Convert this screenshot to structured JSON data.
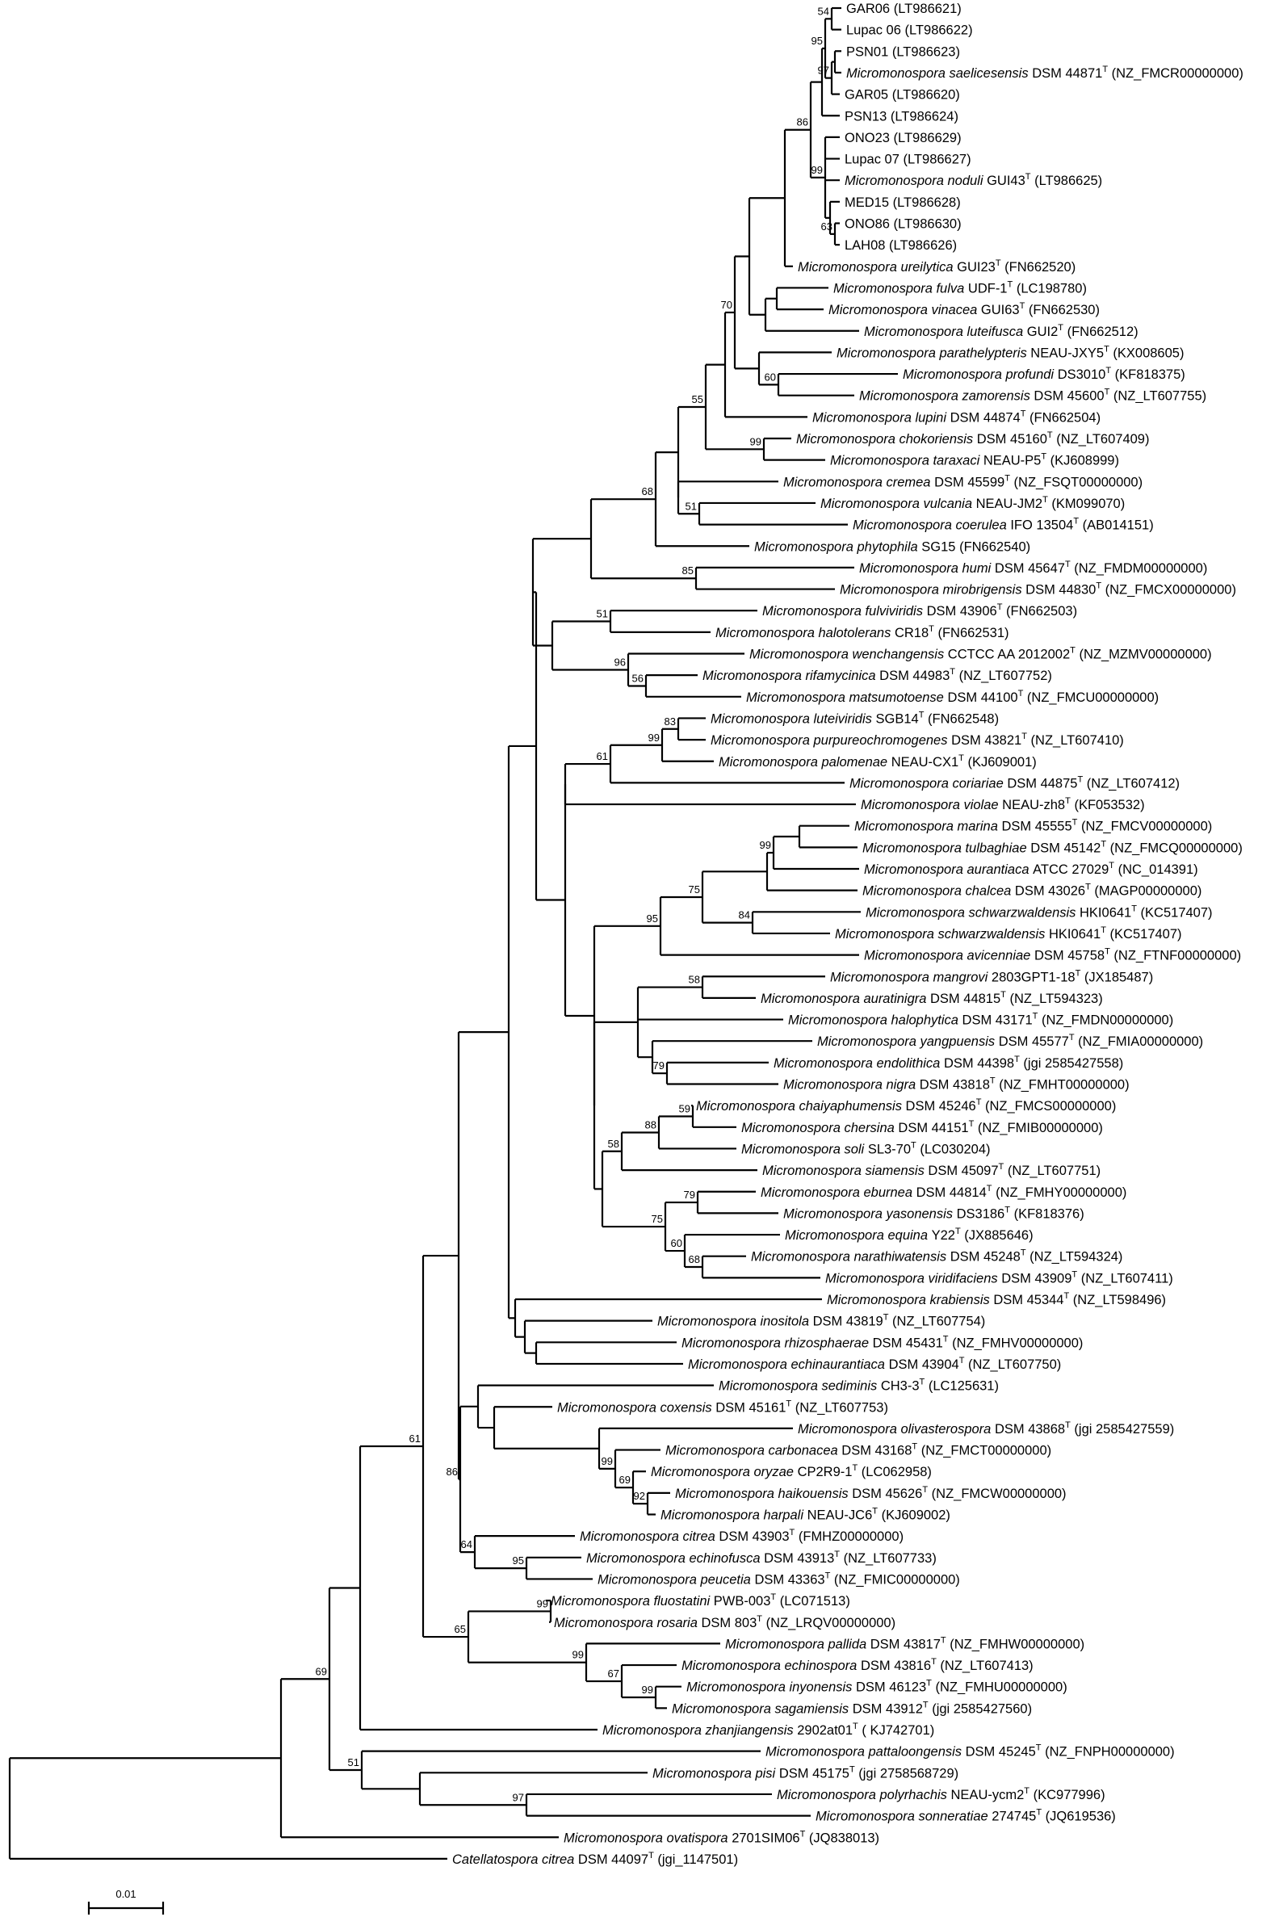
{
  "tree": {
    "leaves": [
      {
        "id": "GAR06",
        "name": "",
        "strain": "GAR06",
        "T": false,
        "acc": "(LT986621)"
      },
      {
        "id": "Lupac06",
        "name": "",
        "strain": "Lupac 06",
        "T": false,
        "acc": "(LT986622)"
      },
      {
        "id": "PSN01",
        "name": "",
        "strain": "PSN01",
        "T": false,
        "acc": "(LT986623)"
      },
      {
        "id": "saelicesensis",
        "name": "Micromonospora saelicesensis",
        "strain": "DSM 44871",
        "T": true,
        "acc": "(NZ_FMCR00000000)"
      },
      {
        "id": "GAR05",
        "name": "",
        "strain": "GAR05",
        "T": false,
        "acc": "(LT986620)"
      },
      {
        "id": "PSN13",
        "name": "",
        "strain": "PSN13",
        "T": false,
        "acc": "(LT986624)"
      },
      {
        "id": "ONO23",
        "name": "",
        "strain": "ONO23",
        "T": false,
        "acc": "(LT986629)"
      },
      {
        "id": "Lupac07",
        "name": "",
        "strain": "Lupac 07",
        "T": false,
        "acc": "(LT986627)"
      },
      {
        "id": "noduli",
        "name": "Micromonospora noduli",
        "strain": "GUI43",
        "T": true,
        "acc": "(LT986625)"
      },
      {
        "id": "MED15",
        "name": "",
        "strain": "MED15",
        "T": false,
        "acc": "(LT986628)"
      },
      {
        "id": "ONO86",
        "name": "",
        "strain": "ONO86",
        "T": false,
        "acc": "(LT986630)"
      },
      {
        "id": "LAH08",
        "name": "",
        "strain": "LAH08",
        "T": false,
        "acc": "(LT986626)"
      },
      {
        "id": "ureilytica",
        "name": "Micromonospora ureilytica",
        "strain": "GUI23",
        "T": true,
        "acc": "(FN662520)"
      },
      {
        "id": "fulva",
        "name": "Micromonospora fulva",
        "strain": "UDF-1",
        "T": true,
        "acc": "(LC198780)"
      },
      {
        "id": "vinacea",
        "name": "Micromonospora vinacea",
        "strain": "GUI63",
        "T": true,
        "acc": "(FN662530)"
      },
      {
        "id": "luteifusca",
        "name": "Micromonospora luteifusca",
        "strain": "GUI2",
        "T": true,
        "acc": "(FN662512)"
      },
      {
        "id": "parathelypteris",
        "name": "Micromonospora parathelypteris",
        "strain": "NEAU-JXY5",
        "T": true,
        "acc": "(KX008605)"
      },
      {
        "id": "profundi",
        "name": "Micromonospora profundi",
        "strain": "DS3010",
        "T": true,
        "acc": "(KF818375)"
      },
      {
        "id": "zamorensis",
        "name": "Micromonospora zamorensis",
        "strain": "DSM 45600",
        "T": true,
        "acc": "(NZ_LT607755)"
      },
      {
        "id": "lupini",
        "name": "Micromonospora lupini",
        "strain": "DSM 44874",
        "T": true,
        "acc": "(FN662504)"
      },
      {
        "id": "chokoriensis",
        "name": "Micromonospora chokoriensis",
        "strain": "DSM 45160",
        "T": true,
        "acc": "(NZ_LT607409)"
      },
      {
        "id": "taraxaci",
        "name": "Micromonospora taraxaci",
        "strain": "NEAU-P5",
        "T": true,
        "acc": "(KJ608999)"
      },
      {
        "id": "cremea",
        "name": "Micromonospora cremea",
        "strain": "DSM 45599",
        "T": true,
        "acc": "(NZ_FSQT00000000)"
      },
      {
        "id": "vulcania",
        "name": "Micromonospora vulcania",
        "strain": "NEAU-JM2",
        "T": true,
        "acc": "(KM099070)"
      },
      {
        "id": "coerulea",
        "name": "Micromonospora coerulea",
        "strain": "IFO 13504",
        "T": true,
        "acc": "(AB014151)"
      },
      {
        "id": "phytophila",
        "name": "Micromonospora phytophila",
        "strain": "SG15",
        "T": false,
        "acc": "(FN662540)"
      },
      {
        "id": "humi",
        "name": "Micromonospora humi",
        "strain": "DSM 45647",
        "T": true,
        "acc": "(NZ_FMDM00000000)"
      },
      {
        "id": "mirobrigensis",
        "name": "Micromonospora mirobrigensis",
        "strain": "DSM 44830",
        "T": true,
        "acc": "(NZ_FMCX00000000)"
      },
      {
        "id": "fulviviridis",
        "name": "Micromonospora fulviviridis",
        "strain": "DSM 43906",
        "T": true,
        "acc": "(FN662503)"
      },
      {
        "id": "halotolerans",
        "name": "Micromonospora halotolerans",
        "strain": "CR18",
        "T": true,
        "acc": "(FN662531)"
      },
      {
        "id": "wenchangensis",
        "name": "Micromonospora wenchangensis",
        "strain": "CCTCC AA 2012002",
        "T": true,
        "acc": "(NZ_MZMV00000000)"
      },
      {
        "id": "rifamycinica",
        "name": "Micromonospora rifamycinica",
        "strain": "DSM 44983",
        "T": true,
        "acc": "(NZ_LT607752)"
      },
      {
        "id": "matsumotoense",
        "name": "Micromonospora matsumotoense",
        "strain": "DSM 44100",
        "T": true,
        "acc": "(NZ_FMCU00000000)"
      },
      {
        "id": "luteiviridis",
        "name": "Micromonospora luteiviridis",
        "strain": "SGB14",
        "T": true,
        "acc": "(FN662548)"
      },
      {
        "id": "purpureochromogenes",
        "name": "Micromonospora purpureochromogenes",
        "strain": "DSM 43821",
        "T": true,
        "acc": "(NZ_LT607410)"
      },
      {
        "id": "palomenae",
        "name": "Micromonospora palomenae",
        "strain": "NEAU-CX1",
        "T": true,
        "acc": "(KJ609001)"
      },
      {
        "id": "coriariae",
        "name": "Micromonospora coriariae",
        "strain": "DSM 44875",
        "T": true,
        "acc": "(NZ_LT607412)"
      },
      {
        "id": "violae",
        "name": "Micromonospora violae",
        "strain": "NEAU-zh8",
        "T": true,
        "acc": "(KF053532)"
      },
      {
        "id": "marina",
        "name": "Micromonospora marina",
        "strain": "DSM 45555",
        "T": true,
        "acc": "(NZ_FMCV00000000)"
      },
      {
        "id": "tulbaghiae",
        "name": "Micromonospora tulbaghiae",
        "strain": "DSM 45142",
        "T": true,
        "acc": "(NZ_FMCQ00000000)"
      },
      {
        "id": "aurantiaca",
        "name": "Micromonospora aurantiaca",
        "strain": "ATCC 27029",
        "T": true,
        "acc": "(NC_014391)"
      },
      {
        "id": "chalcea",
        "name": "Micromonospora chalcea",
        "strain": "DSM 43026",
        "T": true,
        "acc": "(MAGP00000000)"
      },
      {
        "id": "schwarz1",
        "name": "Micromonospora schwarzwaldensis",
        "strain": "HKI0641",
        "T": true,
        "acc": "(KC517407)"
      },
      {
        "id": "schwarz2",
        "name": "Micromonospora schwarzwaldensis",
        "strain": "HKI0641",
        "T": true,
        "acc": "(KC517407)"
      },
      {
        "id": "avicenniae",
        "name": "Micromonospora avicenniae",
        "strain": "DSM 45758",
        "T": true,
        "acc": "(NZ_FTNF00000000)"
      },
      {
        "id": "mangrovi",
        "name": "Micromonospora mangrovi",
        "strain": "2803GPT1-18",
        "T": true,
        "acc": "(JX185487)"
      },
      {
        "id": "auratinigra",
        "name": "Micromonospora auratinigra",
        "strain": "DSM 44815",
        "T": true,
        "acc": "(NZ_LT594323)"
      },
      {
        "id": "halophytica",
        "name": "Micromonospora halophytica",
        "strain": "DSM 43171",
        "T": true,
        "acc": "(NZ_FMDN00000000)"
      },
      {
        "id": "yangpuensis",
        "name": "Micromonospora yangpuensis",
        "strain": "DSM 45577",
        "T": true,
        "acc": "(NZ_FMIA00000000)"
      },
      {
        "id": "endolithica",
        "name": "Micromonospora endolithica",
        "strain": "DSM 44398",
        "T": true,
        "acc": "(jgi 2585427558)"
      },
      {
        "id": "nigra",
        "name": "Micromonospora nigra",
        "strain": "DSM 43818",
        "T": true,
        "acc": "(NZ_FMHT00000000)"
      },
      {
        "id": "chaiyaphumensis",
        "name": "Micromonospora chaiyaphumensis",
        "strain": "DSM 45246",
        "T": true,
        "acc": "(NZ_FMCS00000000)"
      },
      {
        "id": "chersina",
        "name": "Micromonospora chersina",
        "strain": "DSM 44151",
        "T": true,
        "acc": "(NZ_FMIB00000000)"
      },
      {
        "id": "soli",
        "name": "Micromonospora soli",
        "strain": "SL3-70",
        "T": true,
        "acc": "(LC030204)"
      },
      {
        "id": "siamensis",
        "name": "Micromonospora siamensis",
        "strain": "DSM 45097",
        "T": true,
        "acc": "(NZ_LT607751)"
      },
      {
        "id": "eburnea",
        "name": "Micromonospora eburnea",
        "strain": "DSM 44814",
        "T": true,
        "acc": "(NZ_FMHY00000000)"
      },
      {
        "id": "yasonensis",
        "name": "Micromonospora yasonensis",
        "strain": "DS3186",
        "T": true,
        "acc": "(KF818376)"
      },
      {
        "id": "equina",
        "name": "Micromonospora equina",
        "strain": "Y22",
        "T": true,
        "acc": "(JX885646)"
      },
      {
        "id": "narathiwatensis",
        "name": "Micromonospora narathiwatensis",
        "strain": "DSM 45248",
        "T": true,
        "acc": "(NZ_LT594324)"
      },
      {
        "id": "viridifaciens",
        "name": "Micromonospora viridifaciens",
        "strain": "DSM 43909",
        "T": true,
        "acc": "(NZ_LT607411)"
      },
      {
        "id": "krabiensis",
        "name": "Micromonospora krabiensis",
        "strain": "DSM 45344",
        "T": true,
        "acc": "(NZ_LT598496)"
      },
      {
        "id": "inositola",
        "name": "Micromonospora inositola",
        "strain": "DSM 43819",
        "T": true,
        "acc": "(NZ_LT607754)"
      },
      {
        "id": "rhizosphaerae",
        "name": "Micromonospora rhizosphaerae",
        "strain": "DSM 45431",
        "T": true,
        "acc": "(NZ_FMHV00000000)"
      },
      {
        "id": "echinaurantiaca",
        "name": "Micromonospora echinaurantiaca",
        "strain": "DSM 43904",
        "T": true,
        "acc": "(NZ_LT607750)"
      },
      {
        "id": "sediminis",
        "name": "Micromonospora sediminis",
        "strain": "CH3-3",
        "T": true,
        "acc": "(LC125631)"
      },
      {
        "id": "coxensis",
        "name": "Micromonospora coxensis",
        "strain": "DSM 45161",
        "T": true,
        "acc": "(NZ_LT607753)"
      },
      {
        "id": "olivasterospora",
        "name": "Micromonospora olivasterospora",
        "strain": "DSM 43868",
        "T": true,
        "acc": "(jgi 2585427559)"
      },
      {
        "id": "carbonacea",
        "name": "Micromonospora carbonacea",
        "strain": "DSM 43168",
        "T": true,
        "acc": "(NZ_FMCT00000000)"
      },
      {
        "id": "oryzae",
        "name": "Micromonospora oryzae",
        "strain": "CP2R9-1",
        "T": true,
        "acc": "(LC062958)"
      },
      {
        "id": "haikouensis",
        "name": "Micromonospora haikouensis",
        "strain": "DSM 45626",
        "T": true,
        "acc": "(NZ_FMCW00000000)"
      },
      {
        "id": "harpali",
        "name": "Micromonospora harpali",
        "strain": "NEAU-JC6",
        "T": true,
        "acc": "(KJ609002)"
      },
      {
        "id": "citrea",
        "name": "Micromonospora citrea",
        "strain": "DSM 43903",
        "T": true,
        "acc": "(FMHZ00000000)"
      },
      {
        "id": "echinofusca",
        "name": "Micromonospora echinofusca",
        "strain": "DSM 43913",
        "T": true,
        "acc": "(NZ_LT607733)"
      },
      {
        "id": "peucetia",
        "name": "Micromonospora peucetia",
        "strain": "DSM 43363",
        "T": true,
        "acc": "(NZ_FMIC00000000)"
      },
      {
        "id": "fluostatini",
        "name": "Micromonospora fluostatini",
        "strain": "PWB-003",
        "T": true,
        "acc": "(LC071513)"
      },
      {
        "id": "rosaria",
        "name": "Micromonospora rosaria",
        "strain": "DSM 803",
        "T": true,
        "acc": "(NZ_LRQV00000000)"
      },
      {
        "id": "pallida",
        "name": "Micromonospora pallida",
        "strain": "DSM 43817",
        "T": true,
        "acc": "(NZ_FMHW00000000)"
      },
      {
        "id": "echinospora",
        "name": "Micromonospora echinospora",
        "strain": "DSM 43816",
        "T": true,
        "acc": "(NZ_LT607413)"
      },
      {
        "id": "inyonensis",
        "name": "Micromonospora inyonensis",
        "strain": "DSM 46123",
        "T": true,
        "acc": "(NZ_FMHU00000000)"
      },
      {
        "id": "sagamiensis",
        "name": "Micromonospora sagamiensis",
        "strain": "DSM 43912",
        "T": true,
        "acc": "(jgi 2585427560)"
      },
      {
        "id": "zhanjiangensis",
        "name": "Micromonospora zhanjiangensis",
        "strain": "2902at01",
        "T": true,
        "acc": "( KJ742701)"
      },
      {
        "id": "pattaloongensis",
        "name": "Micromonospora pattaloongensis",
        "strain": "DSM 45245",
        "T": true,
        "acc": "(NZ_FNPH00000000)"
      },
      {
        "id": "pisi",
        "name": "Micromonospora pisi",
        "strain": "DSM 45175",
        "T": true,
        "acc": "(jgi 2758568729)"
      },
      {
        "id": "polyrhachis",
        "name": "Micromonospora polyrhachis",
        "strain": "NEAU-ycm2",
        "T": true,
        "acc": "(KC977996)"
      },
      {
        "id": "sonneratiae",
        "name": "Micromonospora sonneratiae",
        "strain": "274745",
        "T": true,
        "acc": "(JQ619536)"
      },
      {
        "id": "ovatispora",
        "name": "Micromonospora ovatispora",
        "strain": "2701SIM06",
        "T": true,
        "acc": "(JQ838013)"
      },
      {
        "id": "catellatospora",
        "name": "Catellatospora citrea",
        "strain": "DSM 44097",
        "T": true,
        "acc": "(jgi_1147501)"
      }
    ],
    "bootstrap_values": [
      "54",
      "97",
      "95",
      "86",
      "99",
      "63",
      "70",
      "60",
      "55",
      "99",
      "68",
      "51",
      "85",
      "51",
      "96",
      "56",
      "83",
      "99",
      "61",
      "99",
      "75",
      "84",
      "95",
      "58",
      "79",
      "59",
      "88",
      "58",
      "79",
      "75",
      "60",
      "68",
      "99",
      "69",
      "92",
      "86",
      "64",
      "95",
      "61",
      "99",
      "65",
      "99",
      "67",
      "99",
      "69",
      "51",
      "97"
    ],
    "scale_bar_label": "0.01"
  }
}
